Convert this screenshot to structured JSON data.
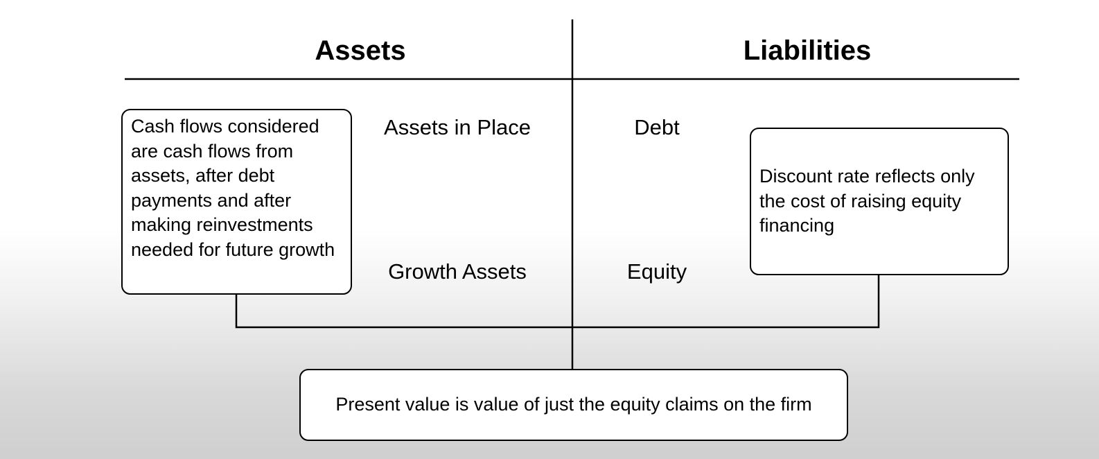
{
  "headers": {
    "assets": "Assets",
    "liabilities": "Liabilities"
  },
  "labels": {
    "assets_in_place": "Assets in Place",
    "growth_assets": "Growth Assets",
    "debt": "Debt",
    "equity": "Equity"
  },
  "boxes": {
    "cash_flows": "Cash flows considered are cash flows from assets, after debt payments and after making reinvestments needed for future growth",
    "discount_rate": "Discount rate reflects only the cost of raising equity financing",
    "present_value": "Present value is value of just the equity claims on the firm"
  }
}
